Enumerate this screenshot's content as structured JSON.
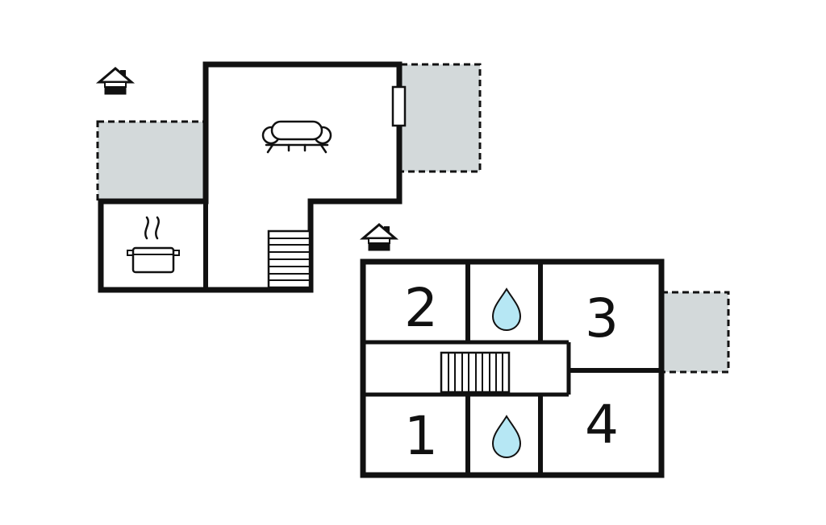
{
  "colors": {
    "wall": "#111111",
    "terrace_fill": "#d3d9da",
    "water_fill": "#b6e7f4",
    "background": "#ffffff",
    "label": "#111111"
  },
  "upper_floor": {
    "rooms": [
      {
        "label": "2"
      },
      {
        "label": "3"
      },
      {
        "label": "1"
      },
      {
        "label": "4"
      }
    ]
  },
  "icons": {
    "entrance_ground": "entrance-icon",
    "entrance_upper": "entrance-icon",
    "sofa": "sofa-icon",
    "stove_pot": "stove-pot-icon",
    "stairs_ground": "stairs-icon",
    "stairs_upper": "stairs-icon",
    "water_drop_top": "water-drop-icon",
    "water_drop_bottom": "water-drop-icon",
    "door": "door-icon"
  }
}
